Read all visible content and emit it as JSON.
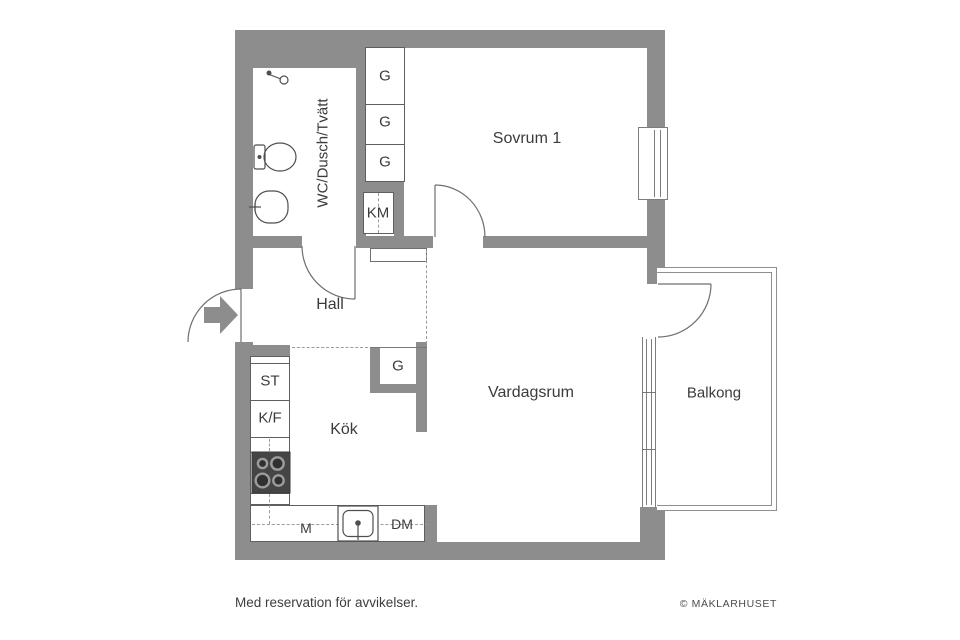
{
  "plan": {
    "rooms": {
      "bathroom": "WC/Dusch/Tvätt",
      "bedroom": "Sovrum 1",
      "hall": "Hall",
      "kitchen": "Kök",
      "living_room": "Vardagsrum",
      "balcony": "Balkong"
    },
    "fixtures": {
      "wardrobe": "G",
      "washing_machine": "KM",
      "cleaning_closet": "ST",
      "fridge_freezer": "K/F",
      "micro": "M",
      "dishwasher": "DM"
    },
    "icons": {
      "entrance_arrow": "entrance-arrow",
      "toilet": "toilet",
      "washbasin": "washbasin",
      "shower": "shower-mixer",
      "stove": "stove-four-burners",
      "kitchen_sink": "kitchen-sink-with-faucet",
      "doors": "quarter-arc-door-swing",
      "windows": "double-line-window"
    },
    "colors": {
      "wall": "#8d8d8d",
      "line": "#5f5f5f",
      "text": "#3b3b3b",
      "stove": "#454545"
    }
  },
  "footer": {
    "disclaimer": "Med reservation för avvikelser.",
    "copyright": "© MÄKLARHUSET"
  }
}
